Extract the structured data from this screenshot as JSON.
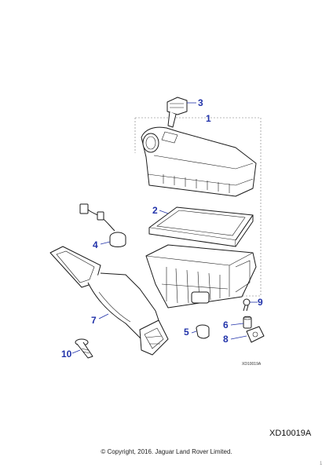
{
  "diagram": {
    "callouts": [
      "1",
      "2",
      "3",
      "4",
      "5",
      "6",
      "7",
      "8",
      "9",
      "10"
    ],
    "drawing_ref_small": "XD10019A"
  },
  "footer": {
    "drawing_ref": "XD10019A",
    "copyright": "© Copyright, 2016. Jaguar Land Rover Limited.",
    "page_number": "1"
  },
  "colors": {
    "callout": "#2233aa",
    "line": "#1a1a1a"
  }
}
